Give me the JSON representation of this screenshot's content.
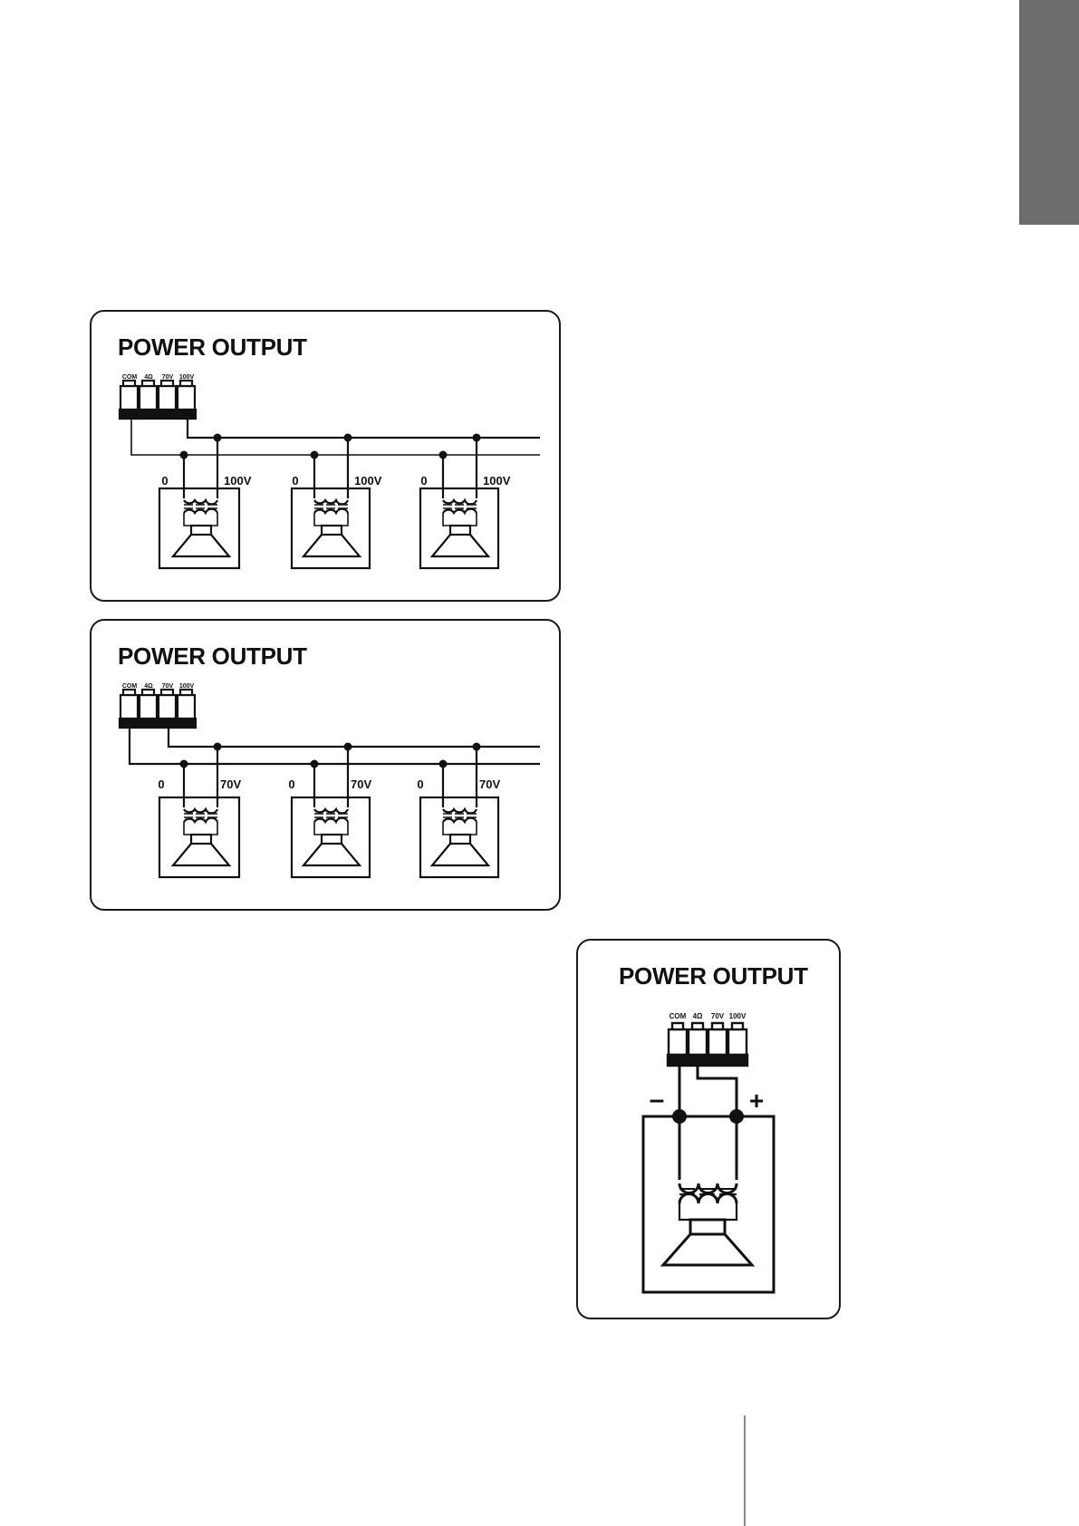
{
  "page": {
    "tab_color": "#6d6d6d",
    "line_color": "#111111"
  },
  "diagrams": [
    {
      "title": "POWER OUTPUT",
      "terminals": [
        "COM",
        "4Ω",
        "70V",
        "100V"
      ],
      "speakers": [
        {
          "left_label": "0",
          "right_label": "100V"
        },
        {
          "left_label": "0",
          "right_label": "100V"
        },
        {
          "left_label": "0",
          "right_label": "100V"
        }
      ]
    },
    {
      "title": "POWER OUTPUT",
      "terminals": [
        "COM",
        "4Ω",
        "70V",
        "100V"
      ],
      "speakers": [
        {
          "left_label": "0",
          "right_label": "70V"
        },
        {
          "left_label": "0",
          "right_label": "70V"
        },
        {
          "left_label": "0",
          "right_label": "70V"
        }
      ]
    },
    {
      "title": "POWER OUTPUT",
      "terminals": [
        "COM",
        "4Ω",
        "70V",
        "100V"
      ],
      "minus_label": "–",
      "plus_label": "+"
    }
  ]
}
